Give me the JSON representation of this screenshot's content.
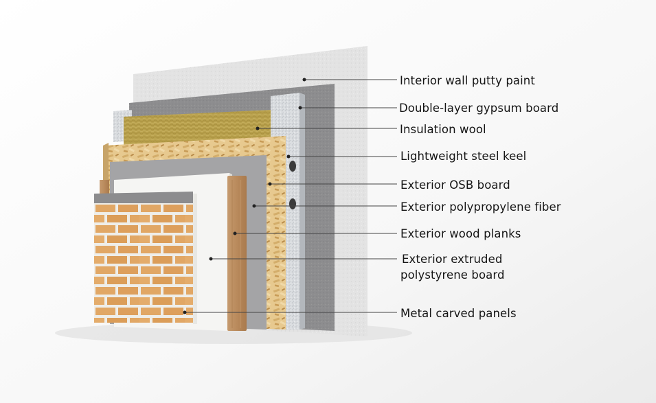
{
  "labels": {
    "putty_paint": "Interior wall putty paint",
    "gypsum_board": "Double-layer gypsum board",
    "insulation_wool": "Insulation wool",
    "steel_keel": "Lightweight steel keel",
    "osb_board": "Exterior OSB board",
    "polypropylene_fiber": "Exterior polypropylene fiber",
    "wood_planks": "Exterior wood planks",
    "xps_line1": "Exterior extruded",
    "xps_line2": "polystyrene board",
    "metal_panels": "Metal carved panels"
  },
  "colors": {
    "putty": "#e2e2e2",
    "gypsum": "#8c8c8e",
    "wool": "#b9a24e",
    "osb": "#e6c88e",
    "polypropylene": "#a3a3a5",
    "xps": "#f6f6f4",
    "wood": "#bf9266",
    "brick": "#e2a866",
    "mortar": "#f0efea",
    "leader": "#444444"
  }
}
